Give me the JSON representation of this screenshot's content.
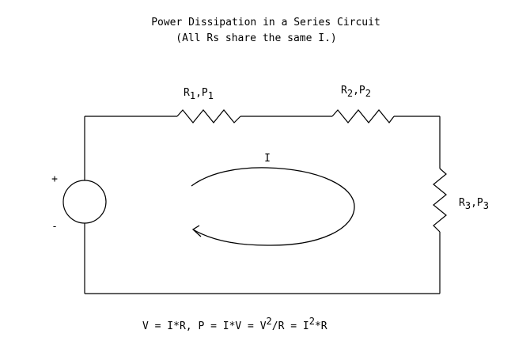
{
  "diagram": {
    "title_line1": "Power Dissipation in a Series Circuit",
    "title_line2": "(All Rs share the same I.)",
    "source": {
      "plus": "+",
      "minus": "-"
    },
    "resistors": [
      {
        "name": "R",
        "sub": "1",
        "sep": ",",
        "power": "P",
        "psub": "1"
      },
      {
        "name": "R",
        "sub": "2",
        "sep": ",",
        "power": "P",
        "psub": "2"
      },
      {
        "name": "R",
        "sub": "3",
        "sep": ",",
        "power": "P",
        "psub": "3"
      }
    ],
    "current_label": "I",
    "formula": {
      "part1": "V = I*R,  P = I*V = V",
      "exp1": "2",
      "part2": "/R = I",
      "exp2": "2",
      "part3": "*R"
    },
    "colors": {
      "line": "#000000",
      "background": "#ffffff"
    }
  }
}
